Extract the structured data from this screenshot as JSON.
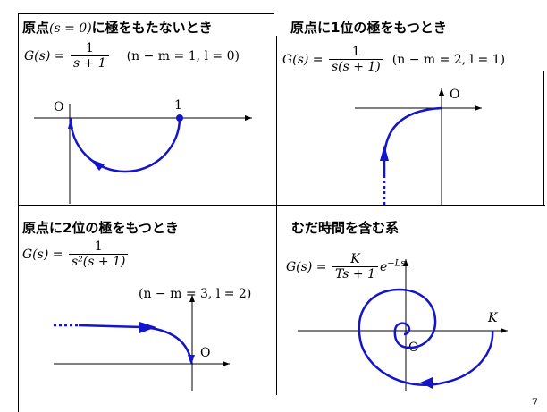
{
  "page_number": "7",
  "colors": {
    "curve": "#1414c8",
    "axis": "#000000"
  },
  "panels": {
    "tl": {
      "title_pre": "原点",
      "title_math": "(s = 0)",
      "title_post": "に極をもたないとき",
      "lhs": "G(s) = ",
      "num": "1",
      "den": "s + 1",
      "cond": "(n − m = 1,  l = 0)",
      "origin_label": "O",
      "point_label": "1"
    },
    "tr": {
      "title": "原点に1位の極をもつとき",
      "lhs": "G(s) = ",
      "num": "1",
      "den": "s(s + 1)",
      "cond": "(n − m = 2,  l = 1)",
      "origin_label": "O"
    },
    "bl": {
      "title": "原点に2位の極をもつとき",
      "lhs": "G(s) = ",
      "num": "1",
      "den": "s²(s + 1)",
      "cond": "(n − m = 3,  l = 2)",
      "origin_label": "O"
    },
    "br": {
      "title": "むだ時間を含む系",
      "lhs": "G(s) = ",
      "num": "K",
      "den": "Ts + 1",
      "exp_base": "e",
      "exp": "−Ls",
      "origin_label": "O",
      "k_label": "K"
    }
  }
}
